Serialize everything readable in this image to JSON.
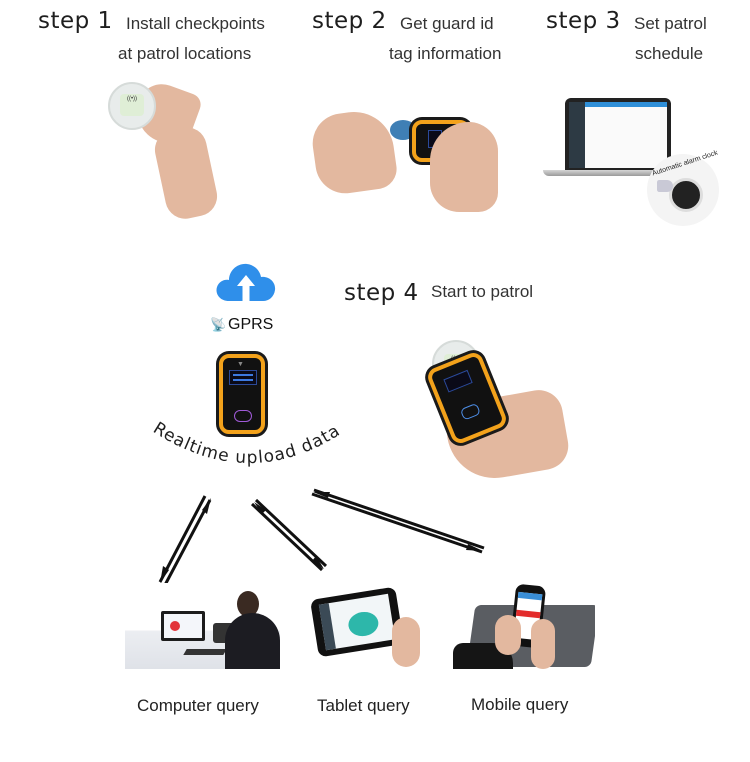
{
  "steps": [
    {
      "label": "step 1",
      "desc_line1": "Install checkpoints",
      "desc_line2": "at patrol locations",
      "image": "hand-placing-nfc-checkpoint-tag"
    },
    {
      "label": "step 2",
      "desc_line1": "Get guard id",
      "desc_line2": "tag information",
      "image": "hand-tapping-tag-on-patrol-device"
    },
    {
      "label": "step 3",
      "desc_line1": "Set patrol",
      "desc_line2": "schedule",
      "image": "laptop-with-patrol-software",
      "badge_text": "Automatic alarm clock"
    },
    {
      "label": "step 4",
      "desc_line1": "Start to patrol",
      "image": "hand-holding-patrol-device"
    }
  ],
  "upload": {
    "cloud_icon": "cloud-upload-icon",
    "network_icon": "satellite-dish-icon",
    "network_label": "GPRS",
    "arc_label": "Realtime upload data",
    "colors": {
      "cloud": "#2f8fea",
      "device_frame": "#f3a21b"
    }
  },
  "queries": [
    {
      "label": "Computer query",
      "image": "guard-at-computer"
    },
    {
      "label": "Tablet query",
      "image": "hand-holding-tablet"
    },
    {
      "label": "Mobile query",
      "image": "hand-holding-phone"
    }
  ]
}
